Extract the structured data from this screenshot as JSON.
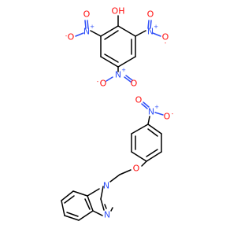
{
  "colors": {
    "carbon_bond": "#000000",
    "oxygen": "#ff0d0d",
    "nitrogen": "#3050f8"
  },
  "labels": {
    "hydroxyl": "OH",
    "nitrogen": "N",
    "oxygen": "O",
    "plus": "+",
    "minus": "-"
  }
}
